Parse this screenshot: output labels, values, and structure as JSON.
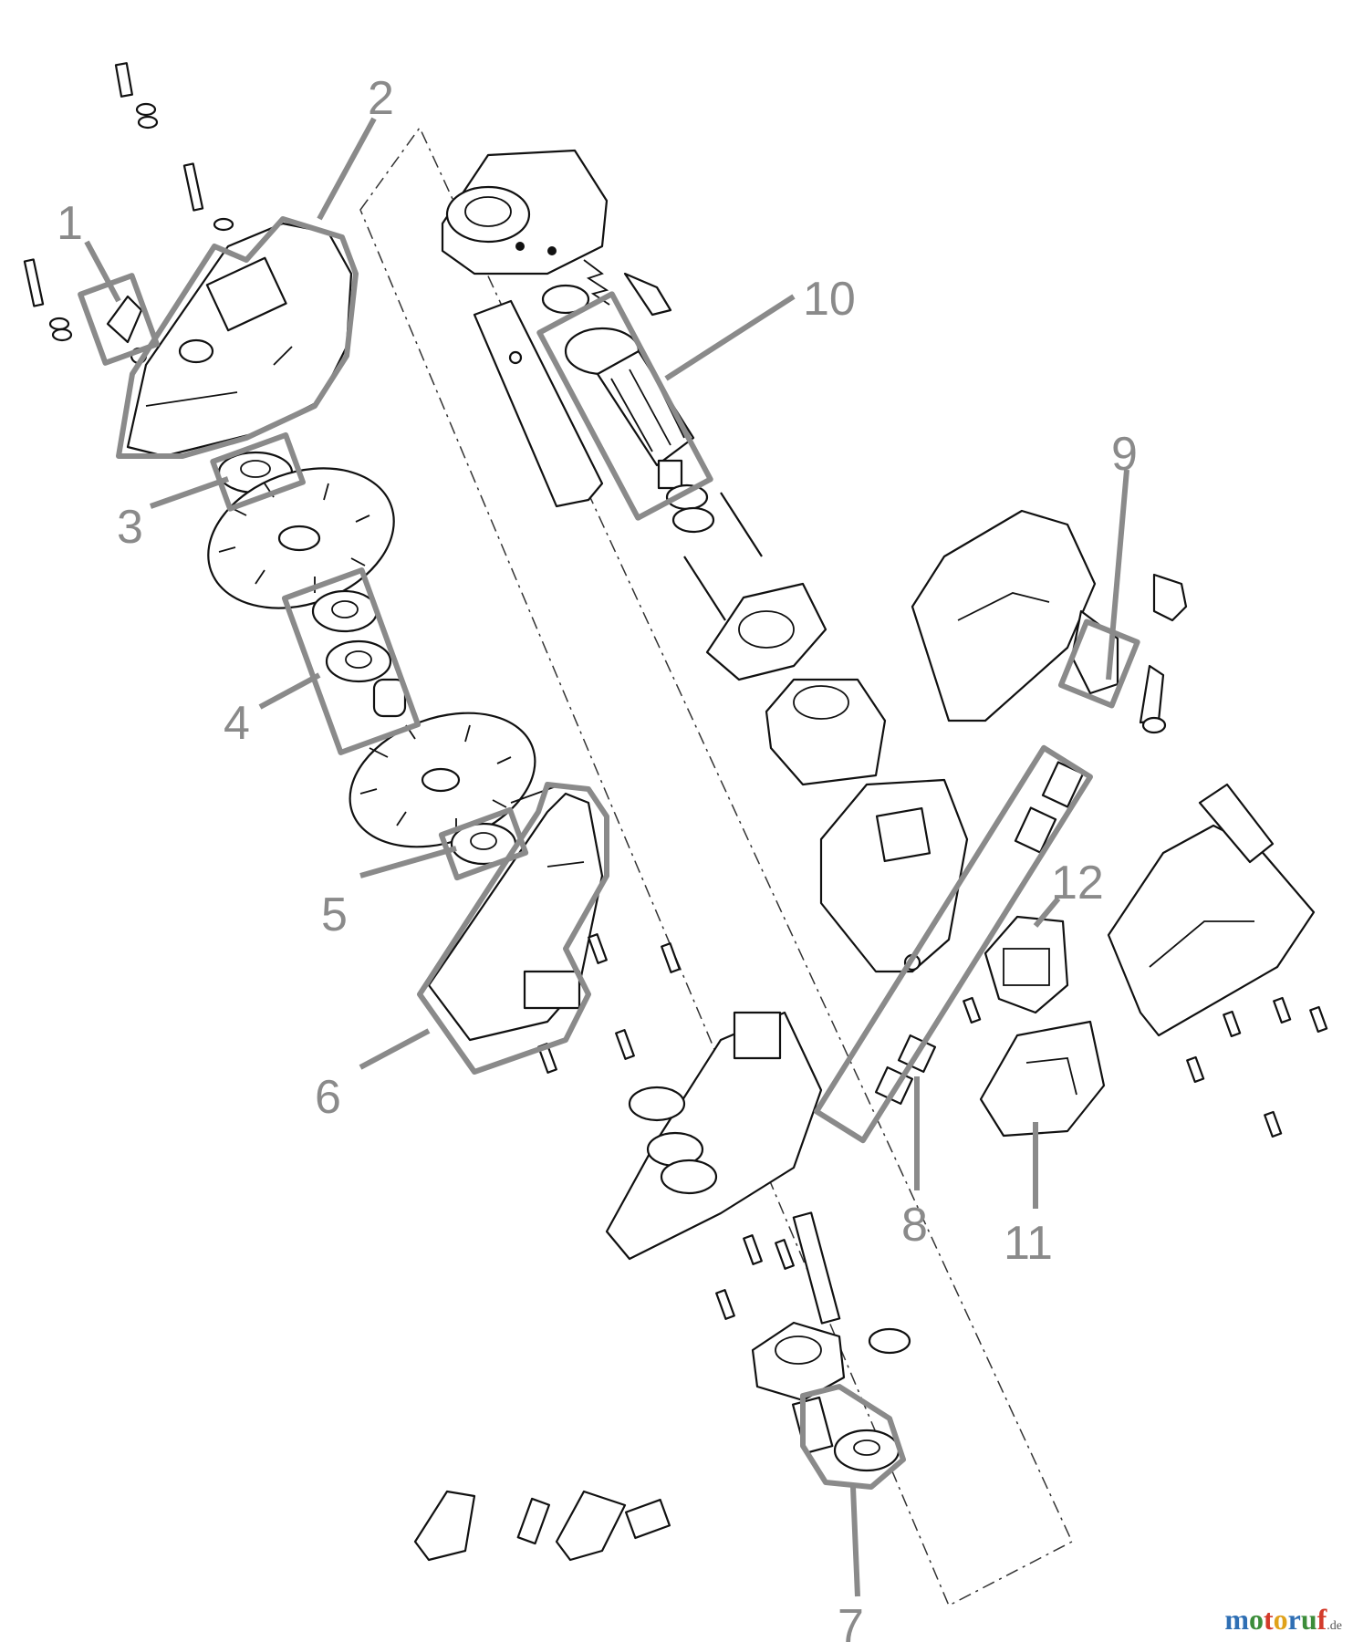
{
  "callouts": [
    {
      "id": "1",
      "label": "1"
    },
    {
      "id": "2",
      "label": "2"
    },
    {
      "id": "3",
      "label": "3"
    },
    {
      "id": "4",
      "label": "4"
    },
    {
      "id": "5",
      "label": "5"
    },
    {
      "id": "6",
      "label": "6"
    },
    {
      "id": "7",
      "label": "7"
    },
    {
      "id": "8",
      "label": "8"
    },
    {
      "id": "9",
      "label": "9"
    },
    {
      "id": "10",
      "label": "10"
    },
    {
      "id": "11",
      "label": "11"
    },
    {
      "id": "12",
      "label": "12"
    }
  ],
  "watermark": {
    "brand": "motoruf",
    "tld": ".de"
  },
  "colors": {
    "callout": "#8a8a8a",
    "line": "#111111"
  }
}
